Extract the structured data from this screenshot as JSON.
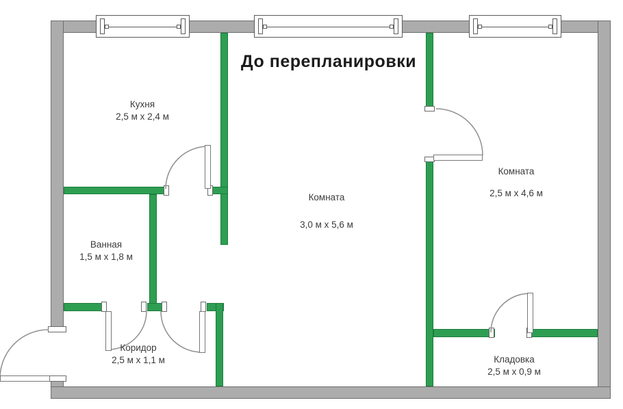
{
  "title": "До перепланировки",
  "colors": {
    "outer_wall": "#ACACAC",
    "outer_wall_border": "#6E6E6E",
    "inner_wall": "#2E9E52",
    "inner_wall_border": "#1A7C3B",
    "door_line": "#8F8F8F",
    "text": "#3B3B3B",
    "title_text": "#1C1C1C"
  },
  "rooms": {
    "kitchen": {
      "name": "Кухня",
      "dims": "2,5 м x 2,4 м"
    },
    "bathroom": {
      "name": "Ванная",
      "dims": "1,5 м x 1,8 м"
    },
    "corridor": {
      "name": "Коридор",
      "dims": "2,5 м x 1,1 м"
    },
    "room_center": {
      "name": "Комната",
      "dims": "3,0 м x 5,6 м"
    },
    "room_right": {
      "name": "Комната",
      "dims": "2,5 м x 4,6 м"
    },
    "storage": {
      "name": "Кладовка",
      "dims": "2,5 м x 0,9 м"
    }
  }
}
